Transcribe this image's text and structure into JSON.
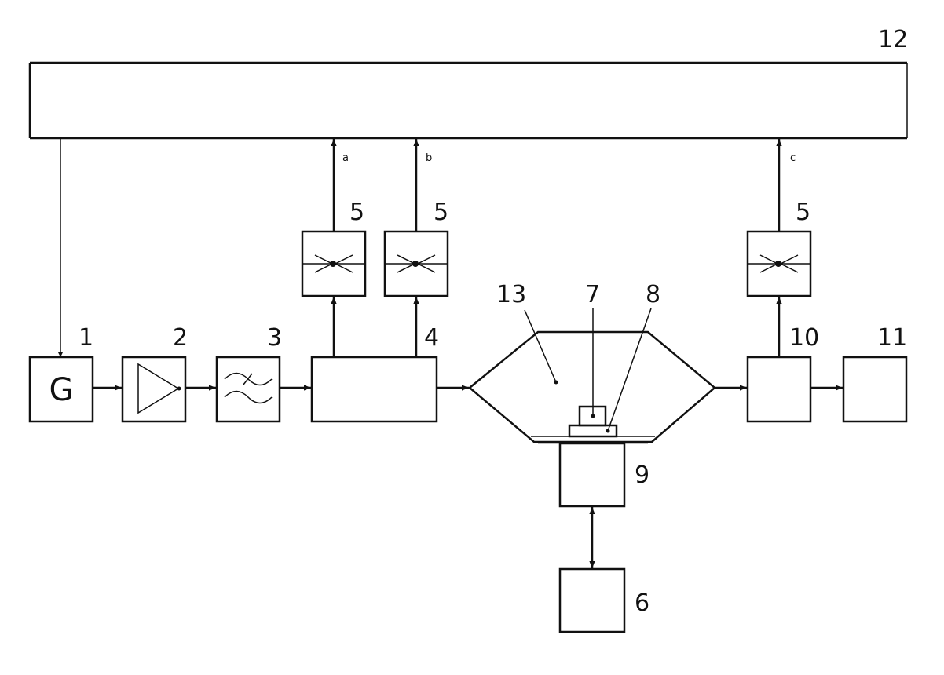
{
  "labels": {
    "n1": "1",
    "n2": "2",
    "n3": "3",
    "n4": "4",
    "n5a": "5",
    "n5b": "5",
    "n5c": "5",
    "n6": "6",
    "n7": "7",
    "n8": "8",
    "n9": "9",
    "n10": "10",
    "n11": "11",
    "n12": "12",
    "n13": "13"
  },
  "signals": {
    "a": "a",
    "b": "b",
    "c": "c"
  },
  "generator_symbol": "G"
}
